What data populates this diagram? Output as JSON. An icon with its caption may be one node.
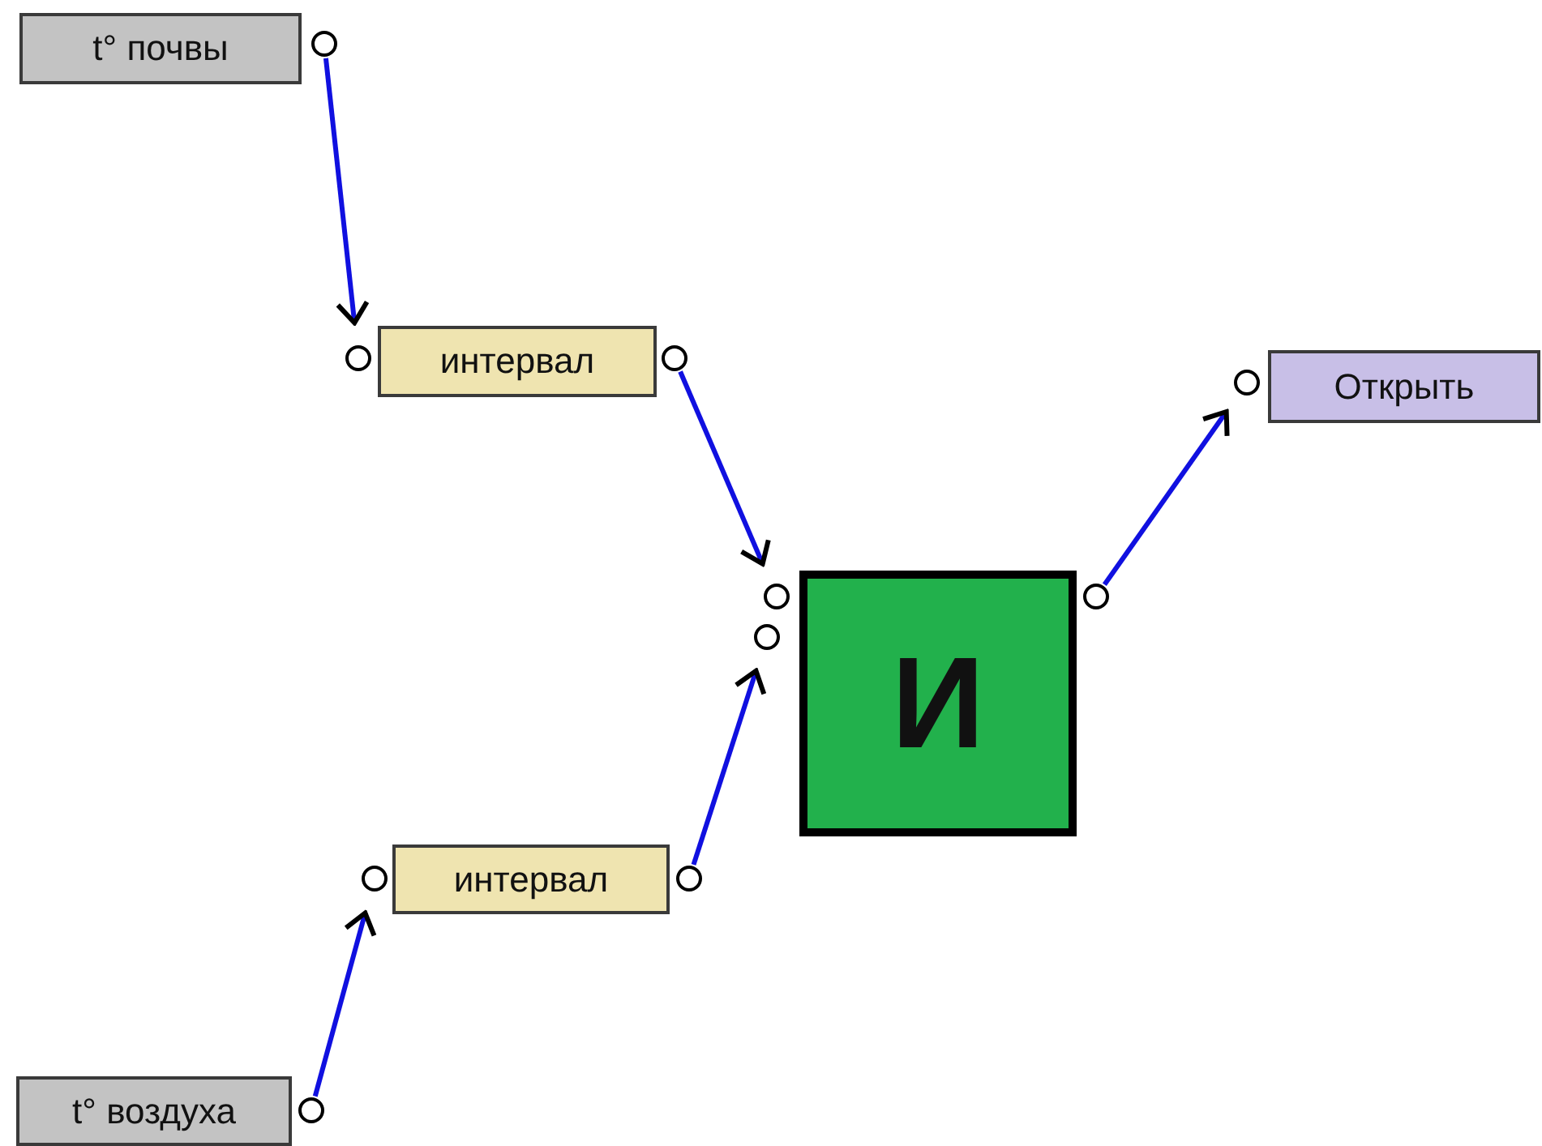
{
  "diagram": {
    "nodes": [
      {
        "text": [
          "t° почвы"
        ]
      },
      {
        "text": [
          "интервал"
        ]
      },
      {
        "text": [
          "t° воздуха"
        ]
      },
      {
        "text": [
          "интервал"
        ]
      },
      {
        "text": [
          "И"
        ]
      },
      {
        "text": [
          "Открыть"
        ]
      }
    ],
    "edges": [
      {
        "from": 0,
        "to": 1,
        "arrow": "to"
      },
      {
        "from": 1,
        "to": 4,
        "arrow": "to"
      },
      {
        "from": 2,
        "to": 3,
        "arrow": "to"
      },
      {
        "from": 3,
        "to": 4,
        "arrow": "to"
      },
      {
        "from": 4,
        "to": 5,
        "arrow": "to"
      }
    ]
  }
}
